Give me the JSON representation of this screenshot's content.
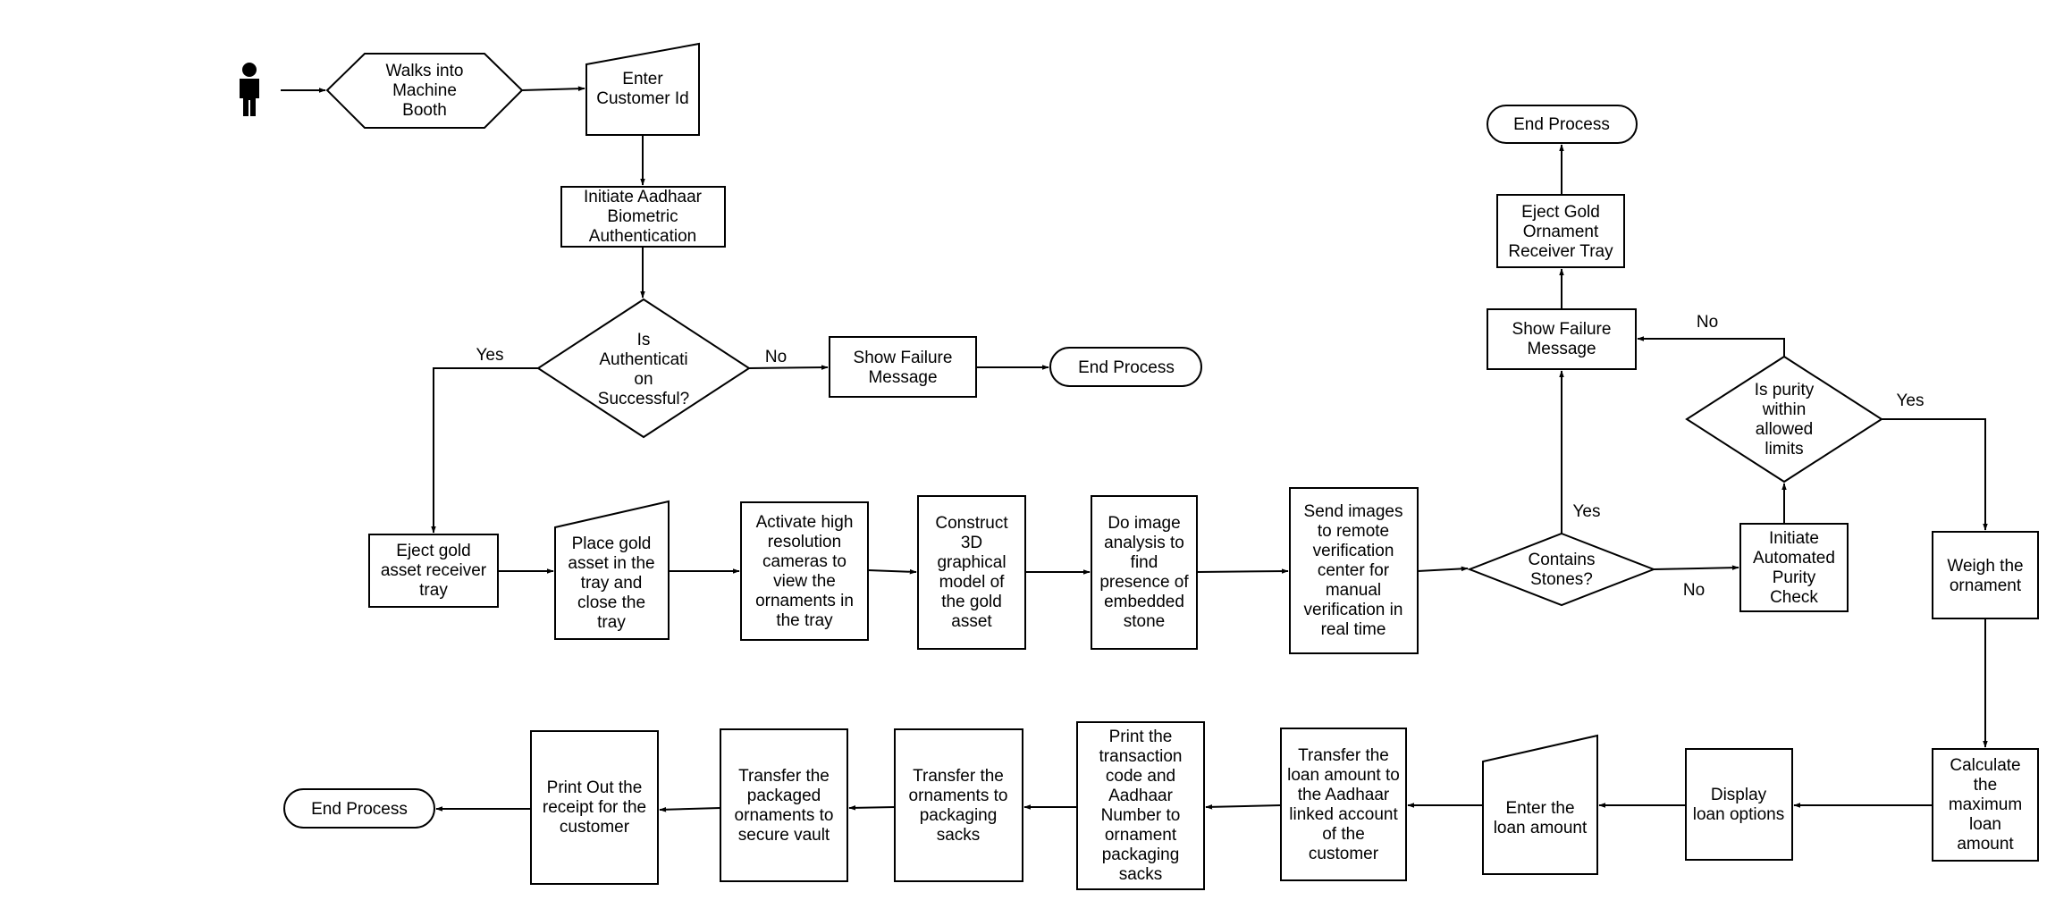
{
  "nodes": {
    "walks_into": [
      "Walks into",
      "Machine",
      "Booth"
    ],
    "enter_customer_id": [
      "Enter",
      "Customer Id"
    ],
    "initiate_aadhaar": [
      "Initiate Aadhaar",
      "Biometric",
      "Authentication"
    ],
    "is_auth_successful": [
      "Is",
      "Authenticati",
      "on",
      "Successful?"
    ],
    "show_failure_1": [
      "Show Failure",
      "Message"
    ],
    "end_process_1": [
      "End Process"
    ],
    "eject_gold_tray": [
      "Eject gold",
      "asset receiver",
      "tray"
    ],
    "place_gold": [
      "Place gold",
      "asset in the",
      "tray and",
      "close the",
      "tray"
    ],
    "activate_cameras": [
      "Activate high",
      "resolution",
      "cameras to",
      "view the",
      "ornaments in",
      "the tray"
    ],
    "construct_3d": [
      "Construct",
      "3D",
      "graphical",
      "model of",
      "the gold",
      "asset"
    ],
    "image_analysis": [
      "Do image",
      "analysis to",
      "find",
      "presence of",
      "embedded",
      "stone"
    ],
    "send_images": [
      "Send images",
      "to remote",
      "verification",
      "center for",
      "manual",
      "verification in",
      "real time"
    ],
    "contains_stones": [
      "Contains",
      "Stones?"
    ],
    "show_failure_2": [
      "Show Failure",
      "Message"
    ],
    "eject_ornament_tray": [
      "Eject Gold",
      "Ornament",
      "Receiver Tray"
    ],
    "end_process_2": [
      "End Process"
    ],
    "initiate_purity": [
      "Initiate",
      "Automated",
      "Purity",
      "Check"
    ],
    "is_purity_ok": [
      "Is purity",
      "within",
      "allowed",
      "limits"
    ],
    "weigh": [
      "Weigh the",
      "ornament"
    ],
    "calculate_loan": [
      "Calculate",
      "the",
      "maximum",
      "loan",
      "amount"
    ],
    "display_loan": [
      "Display",
      "loan options"
    ],
    "enter_loan": [
      "Enter the",
      "loan amount"
    ],
    "transfer_loan": [
      "Transfer the",
      "loan amount to",
      "the Aadhaar",
      "linked account",
      "of the",
      "customer"
    ],
    "print_transaction": [
      "Print the",
      "transaction",
      "code and",
      "Aadhaar",
      "Number to",
      "ornament",
      "packaging",
      "sacks"
    ],
    "transfer_sacks": [
      "Transfer the",
      "ornaments to",
      "packaging",
      "sacks"
    ],
    "transfer_vault": [
      "Transfer the",
      "packaged",
      "ornaments to",
      "secure vault"
    ],
    "print_receipt": [
      "Print Out the",
      "receipt for the",
      "customer"
    ],
    "end_process_3": [
      "End Process"
    ]
  },
  "edge_labels": {
    "auth_yes": "Yes",
    "auth_no": "No",
    "stones_yes": "Yes",
    "stones_no": "No",
    "purity_no": "No",
    "purity_yes": "Yes"
  },
  "icons": {
    "person": "person-icon"
  }
}
